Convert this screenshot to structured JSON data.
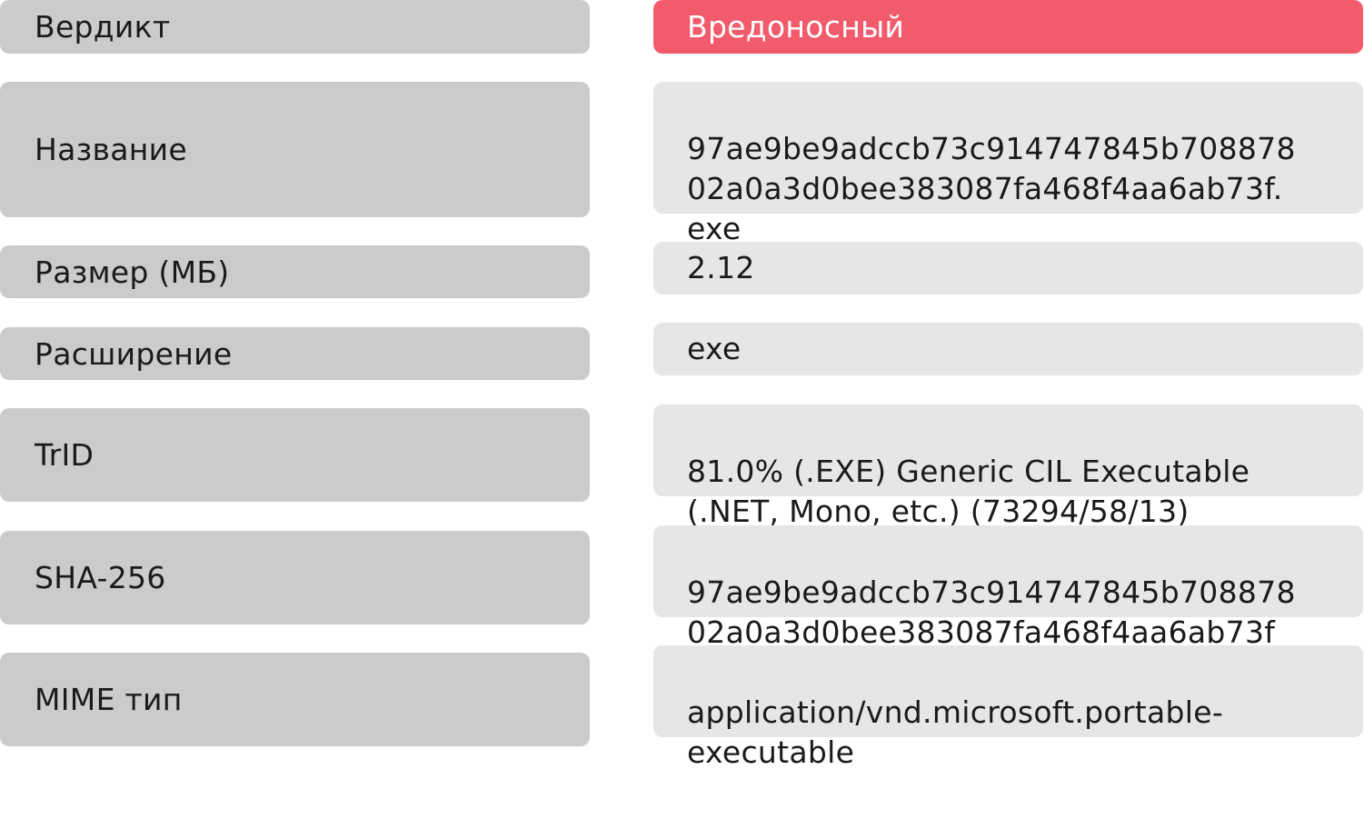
{
  "rows": [
    {
      "label": "Вердикт",
      "value": "Вредоносный"
    },
    {
      "label": "Название",
      "value": "97ae9be9adccb73c914747845b708878\n02a0a3d0bee383087fa468f4aa6ab73f.\nexe"
    },
    {
      "label": "Размер (МБ)",
      "value": "2.12"
    },
    {
      "label": "Расширение",
      "value": "exe"
    },
    {
      "label": "TrID",
      "value": "81.0% (.EXE) Generic CIL Executable\n(.NET, Mono, etc.) (73294/58/13)"
    },
    {
      "label": "SHA-256",
      "value": "97ae9be9adccb73c914747845b708878\n02a0a3d0bee383087fa468f4aa6ab73f"
    },
    {
      "label": "MIME тип",
      "value": "application/vnd.microsoft.portable-\nexecutable"
    }
  ],
  "colors": {
    "label_bg": "#cbcbcb",
    "value_bg": "#e6e6e6",
    "verdict_bg": "#f15b6c"
  }
}
